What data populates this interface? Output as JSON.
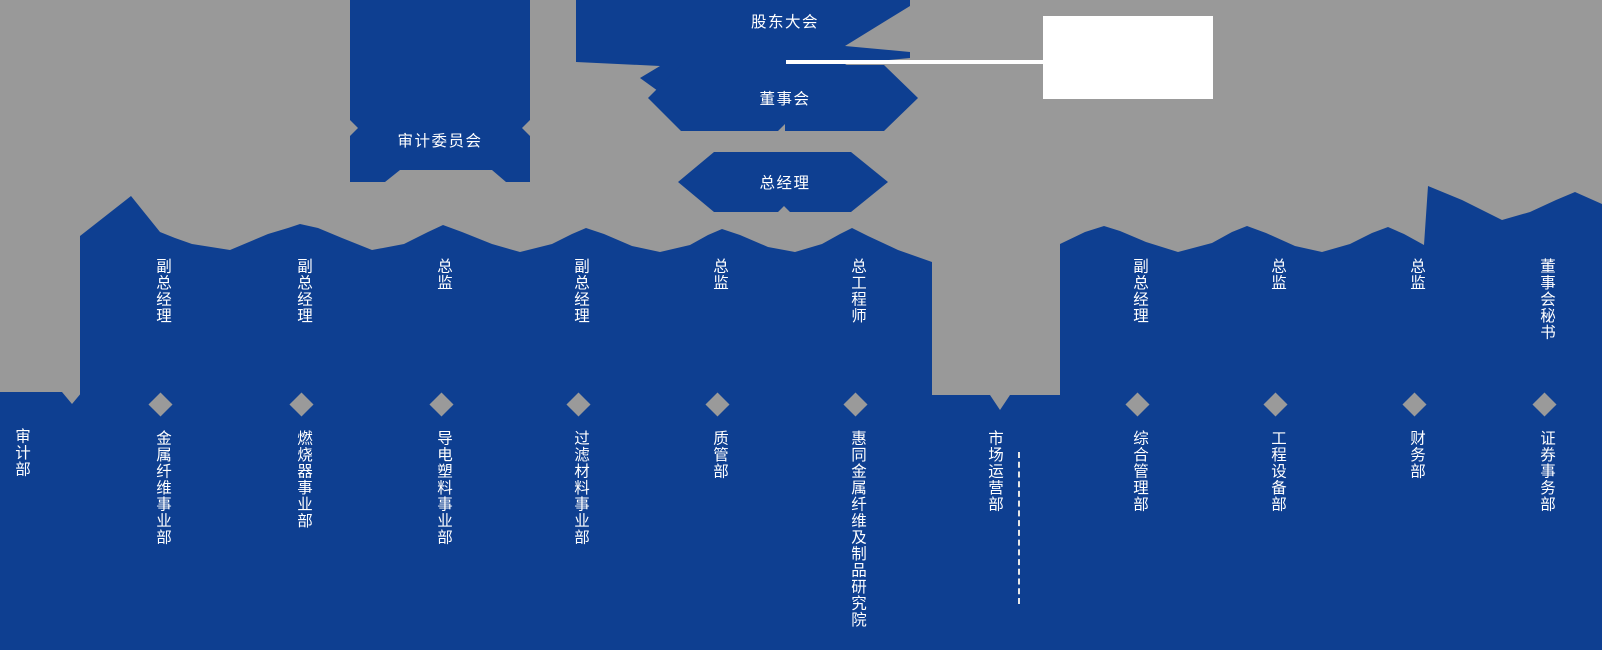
{
  "chart": {
    "title_node_top": "股东大会",
    "colors": {
      "background": "#999999",
      "node_blue": "#0e3f91",
      "text": "#ffffff",
      "diamond": "#9a9a9a",
      "connector": "#ffffff"
    }
  },
  "top_nodes": [
    {
      "id": "shareholders-meeting",
      "label": "股东大会"
    },
    {
      "id": "board-of-directors",
      "label": "董事会"
    },
    {
      "id": "general-manager",
      "label": "总经理"
    },
    {
      "id": "audit-committee",
      "label": "审计委员会"
    }
  ],
  "blank_callout": {
    "label": ""
  },
  "standalone_departments": [
    {
      "id": "audit-department",
      "label": "审计部"
    },
    {
      "id": "market-operations-department",
      "label": "市场运营部"
    }
  ],
  "branches": [
    {
      "id": "branch-1",
      "role": "副总经理",
      "department": "金属纤维事业部"
    },
    {
      "id": "branch-2",
      "role": "副总经理",
      "department": "燃烧器事业部"
    },
    {
      "id": "branch-3",
      "role": "总监",
      "department": "导电塑料事业部"
    },
    {
      "id": "branch-4",
      "role": "副总经理",
      "department": "过滤材料事业部"
    },
    {
      "id": "branch-5",
      "role": "总监",
      "department": "质管部"
    },
    {
      "id": "branch-6",
      "role": "总工程师",
      "department": "惠同金属纤维及制品研究院"
    },
    {
      "id": "branch-7",
      "role": "副总经理",
      "department": "综合管理部"
    },
    {
      "id": "branch-8",
      "role": "总监",
      "department": "工程设备部"
    },
    {
      "id": "branch-9",
      "role": "总监",
      "department": "财务部"
    },
    {
      "id": "branch-10",
      "role": "董事会秘书",
      "department": "证券事务部"
    }
  ]
}
